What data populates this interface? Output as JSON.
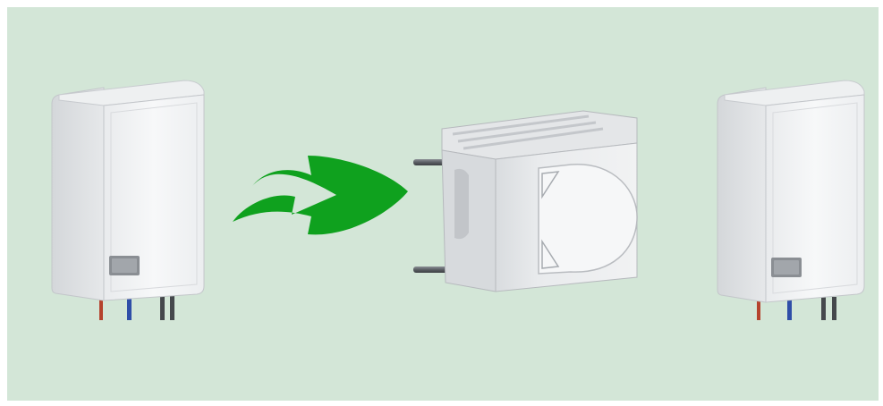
{
  "scene": {
    "background_color": "#d3e6d7",
    "arrow_color": "#0fa11e",
    "unit_body_color": "#f3f4f5",
    "unit_shadow_color": "#c9cdd1",
    "hot_pipe_color": "#b5432d",
    "cold_pipe_color": "#2f4ea8",
    "grey_pipe_color": "#4a4d52",
    "items": [
      {
        "name": "wall-water-heater-left",
        "icon": "water-heater-icon"
      },
      {
        "name": "eco-arrow",
        "icon": "green-leaf-arrow-icon"
      },
      {
        "name": "outdoor-heat-pump-unit",
        "icon": "heat-pump-icon"
      },
      {
        "name": "wall-water-heater-right",
        "icon": "water-heater-icon"
      }
    ]
  }
}
